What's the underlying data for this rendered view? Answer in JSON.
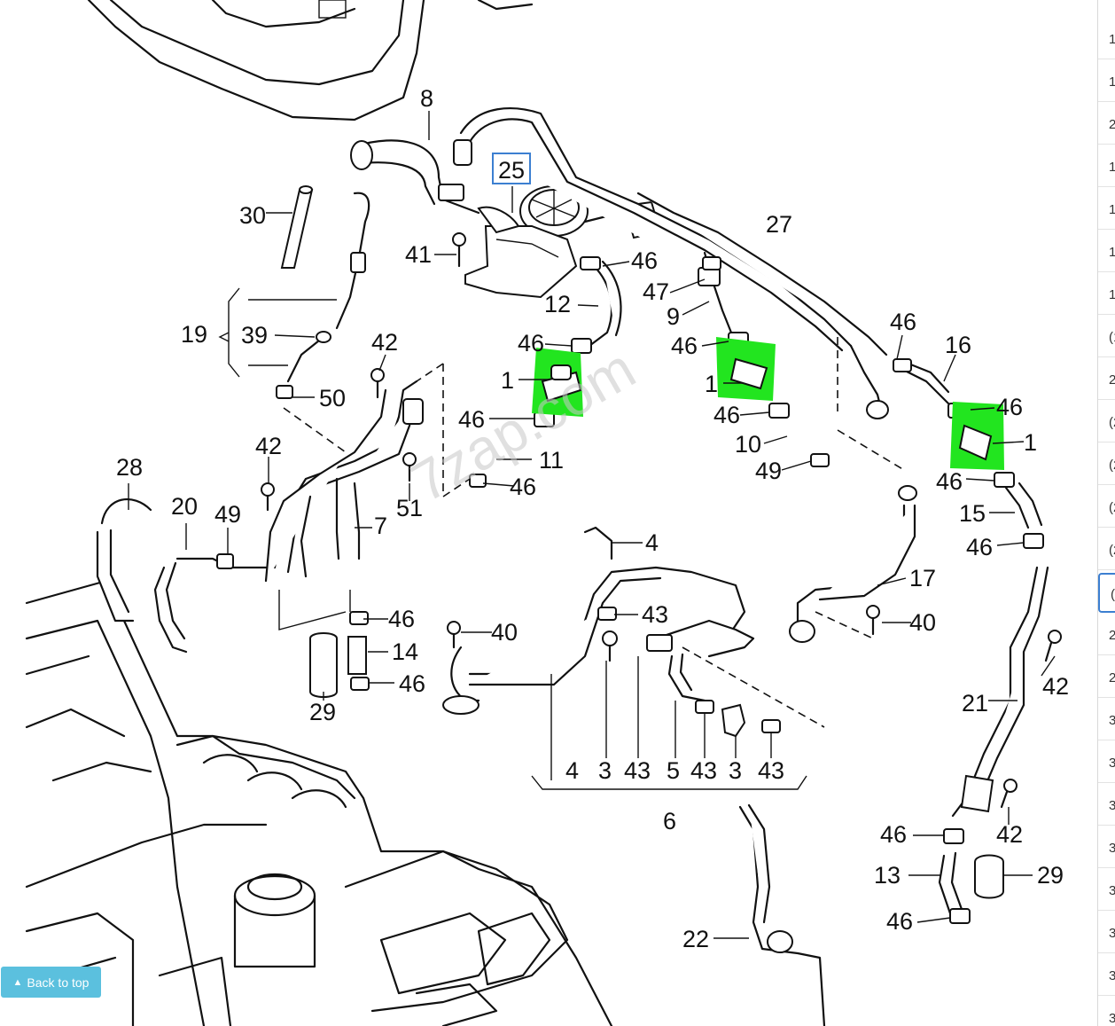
{
  "watermark": "7zap.com",
  "back_to_top": {
    "icon": "chevron-up-icon",
    "label": "Back to top"
  },
  "side_panel": {
    "rows": [
      {
        "label": "1"
      },
      {
        "label": "1"
      },
      {
        "label": "2"
      },
      {
        "label": "1"
      },
      {
        "label": "1"
      },
      {
        "label": "1"
      },
      {
        "label": "1"
      },
      {
        "label": "(1"
      },
      {
        "label": "2"
      },
      {
        "label": "(2"
      },
      {
        "label": "(2"
      },
      {
        "label": "(2"
      },
      {
        "label": "(2"
      },
      {
        "label": "(2"
      },
      {
        "label": "2"
      },
      {
        "label": "2"
      },
      {
        "label": "3"
      },
      {
        "label": "3"
      },
      {
        "label": "3"
      },
      {
        "label": "3"
      },
      {
        "label": "3"
      },
      {
        "label": "3"
      },
      {
        "label": "3"
      },
      {
        "label": "3"
      }
    ],
    "active_index": 13
  },
  "callouts": [
    {
      "id": "c8",
      "text": "8"
    },
    {
      "id": "c25",
      "text": "25"
    },
    {
      "id": "c27",
      "text": "27"
    },
    {
      "id": "c30",
      "text": "30"
    },
    {
      "id": "c41",
      "text": "41"
    },
    {
      "id": "c46a",
      "text": "46"
    },
    {
      "id": "c47",
      "text": "47"
    },
    {
      "id": "c12",
      "text": "12"
    },
    {
      "id": "c19",
      "text": "19"
    },
    {
      "id": "c39",
      "text": "39"
    },
    {
      "id": "c42a",
      "text": "42"
    },
    {
      "id": "c46b",
      "text": "46"
    },
    {
      "id": "c9",
      "text": "9"
    },
    {
      "id": "c46c",
      "text": "46"
    },
    {
      "id": "c16",
      "text": "16"
    },
    {
      "id": "c1a",
      "text": "1"
    },
    {
      "id": "c1b",
      "text": "1"
    },
    {
      "id": "c50",
      "text": "50"
    },
    {
      "id": "c46d",
      "text": "46"
    },
    {
      "id": "c46e",
      "text": "46"
    },
    {
      "id": "c46f",
      "text": "46"
    },
    {
      "id": "c1c",
      "text": "1"
    },
    {
      "id": "c10",
      "text": "10"
    },
    {
      "id": "c42b",
      "text": "42"
    },
    {
      "id": "c11",
      "text": "11"
    },
    {
      "id": "c49a",
      "text": "49"
    },
    {
      "id": "c28",
      "text": "28"
    },
    {
      "id": "c46g",
      "text": "46"
    },
    {
      "id": "c46h",
      "text": "46"
    },
    {
      "id": "c51",
      "text": "51"
    },
    {
      "id": "c20",
      "text": "20"
    },
    {
      "id": "c49b",
      "text": "49"
    },
    {
      "id": "c7",
      "text": "7"
    },
    {
      "id": "c15",
      "text": "15"
    },
    {
      "id": "c4a",
      "text": "4"
    },
    {
      "id": "c46i",
      "text": "46"
    },
    {
      "id": "c17",
      "text": "17"
    },
    {
      "id": "c46j",
      "text": "46"
    },
    {
      "id": "c43a",
      "text": "43"
    },
    {
      "id": "c40a",
      "text": "40"
    },
    {
      "id": "c40b",
      "text": "40"
    },
    {
      "id": "c14",
      "text": "14"
    },
    {
      "id": "c46k",
      "text": "46"
    },
    {
      "id": "c42c",
      "text": "42"
    },
    {
      "id": "c21",
      "text": "21"
    },
    {
      "id": "c29a",
      "text": "29"
    },
    {
      "id": "c4b",
      "text": "4"
    },
    {
      "id": "c3a",
      "text": "3"
    },
    {
      "id": "c43b",
      "text": "43"
    },
    {
      "id": "c5",
      "text": "5"
    },
    {
      "id": "c43c",
      "text": "43"
    },
    {
      "id": "c3b",
      "text": "3"
    },
    {
      "id": "c43d",
      "text": "43"
    },
    {
      "id": "c6",
      "text": "6"
    },
    {
      "id": "c46l",
      "text": "46"
    },
    {
      "id": "c42d",
      "text": "42"
    },
    {
      "id": "c13",
      "text": "13"
    },
    {
      "id": "c29b",
      "text": "29"
    },
    {
      "id": "c46m",
      "text": "46"
    },
    {
      "id": "c22",
      "text": "22"
    }
  ],
  "highlight_color": "#22e51f",
  "boxed_label_color": "#3c7fd1"
}
